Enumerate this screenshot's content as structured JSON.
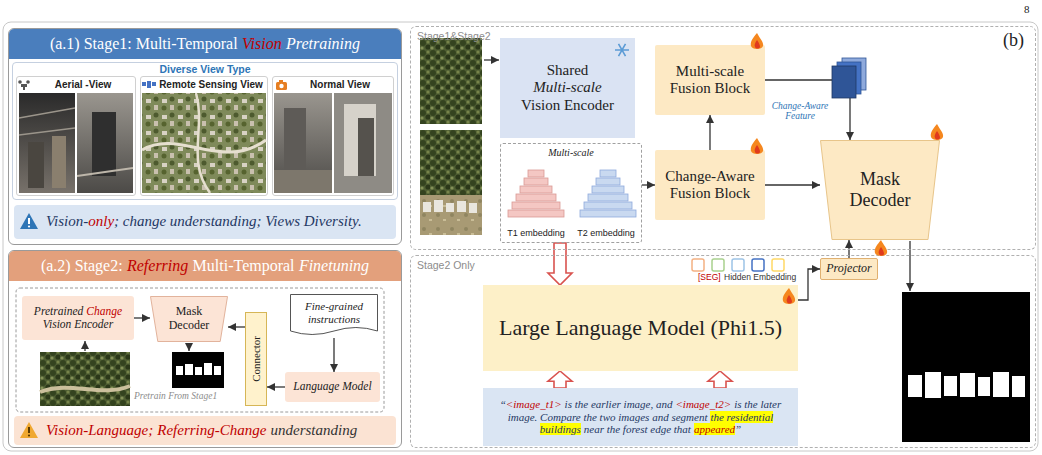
{
  "diagram": {
    "nodes": [
      {
        "text": [
          "(a.1) Stage1: Multi-Temporal",
          "Vision",
          "Pretraining"
        ]
      },
      {
        "text": [
          "Diverse View Type"
        ],
        "in": 0
      },
      {
        "text": [
          "Aerial -View"
        ],
        "in": 1
      },
      {
        "text": [
          "Remote Sensing View"
        ],
        "in": 1
      },
      {
        "text": [
          "Normal View"
        ],
        "in": 1
      },
      {
        "text": [
          "Vision-",
          "only",
          "; change understanding; Views Diversity."
        ],
        "in": 0
      },
      {
        "text": [
          "(a.2) Stage2:",
          "Referring",
          "Multi-Temporal",
          "Finetuning"
        ]
      },
      {
        "text": [
          "Pretrained",
          "Change",
          "Vision Encoder"
        ],
        "in": 6
      },
      {
        "text": [
          "Mask Decoder"
        ],
        "in": 6
      },
      {
        "text": [
          "Connector"
        ],
        "in": 6
      },
      {
        "text": [
          "Fine-grained instructions"
        ],
        "in": 6
      },
      {
        "text": [
          "Language Model"
        ],
        "in": 6
      },
      {
        "text": [
          "Vision-Language;",
          "Referring-Change",
          "understanding"
        ],
        "in": 6
      },
      {
        "text": [
          "Stage1&Stage2"
        ]
      },
      {
        "text": [
          "Shared",
          "Multi-scale",
          "Vision Encoder"
        ],
        "in": 13
      },
      {
        "text": [
          "Multi-scale",
          "T1 embedding",
          "T2 embedding"
        ],
        "in": 13
      },
      {
        "text": [
          "Multi-scale Fusion Block"
        ],
        "in": 13
      },
      {
        "text": [
          "Change-Aware Fusion Block"
        ],
        "in": 13
      },
      {
        "text": [
          "Mask Decoder"
        ],
        "in": 13
      },
      {
        "text": [
          "Stage2 Only"
        ]
      },
      {
        "text": [
          "Large Language Model (Phi1.5)"
        ],
        "in": 19
      },
      {
        "text": [
          "Projector"
        ],
        "in": 19
      },
      {
        "text": [
          "“",
          "<image_t1>",
          "is the earlier image, and",
          "<image_t2>",
          "is the later image. Compare the two images and segment",
          "the residential buildings",
          "near the forest edge that",
          "appeared",
          "”"
        ],
        "in": 19
      }
    ],
    "edges": [
      {
        "from": 7,
        "to": 8,
        "arrow": "to"
      },
      {
        "from": 9,
        "to": 8,
        "arrow": "to"
      },
      {
        "from": 11,
        "to": 9,
        "arrow": "to"
      },
      {
        "from": 10,
        "to": 11,
        "arrow": "to"
      },
      {
        "from": 17,
        "to": 16,
        "arrow": "to"
      },
      {
        "from": 15,
        "to": 17,
        "arrow": "to"
      },
      {
        "from": 16,
        "to": 18,
        "arrow": "to"
      },
      {
        "from": 17,
        "to": 18,
        "arrow": "to"
      },
      {
        "from": 15,
        "to": 20,
        "arrow": "to"
      },
      {
        "from": 20,
        "to": 21,
        "arrow": "to"
      },
      {
        "from": 21,
        "to": 18,
        "arrow": "to"
      },
      {
        "from": 22,
        "to": 20,
        "arrow": "to"
      },
      {
        "from": 22,
        "to": 20,
        "arrow": "to"
      }
    ],
    "labels": [
      "8",
      "Pretrain From Stage1",
      "(b)",
      "Change-Aware Feature",
      "[SEG]",
      "Hidden Embedding"
    ]
  }
}
